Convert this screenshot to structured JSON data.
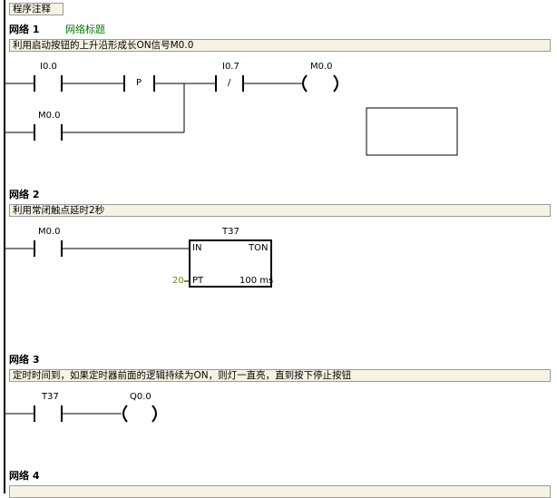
{
  "program_comment": "程序注释",
  "networks": [
    {
      "label": "网络 1",
      "title": "网络标题",
      "comment": "利用启动按钮的上升沿形成长ON信号M0.0",
      "contacts": [
        "I0.0",
        "P",
        "I0.7",
        "/",
        "M0.0",
        "M0.0"
      ]
    },
    {
      "label": "网络 2",
      "comment": "利用常闭触点延时2秒",
      "contact": "M0.0",
      "timer": {
        "name": "T37",
        "type": "TON",
        "in_label": "IN",
        "pt_label": "PT",
        "pt_value": "20",
        "base": "100 ms"
      }
    },
    {
      "label": "网络 3",
      "comment": "定时时间到，如果定时器前面的逻辑持续为ON，则灯一直亮，直到按下停止按钮",
      "contact": "T37",
      "coil": "Q0.0"
    },
    {
      "label": "网络 4",
      "comment": ""
    }
  ]
}
